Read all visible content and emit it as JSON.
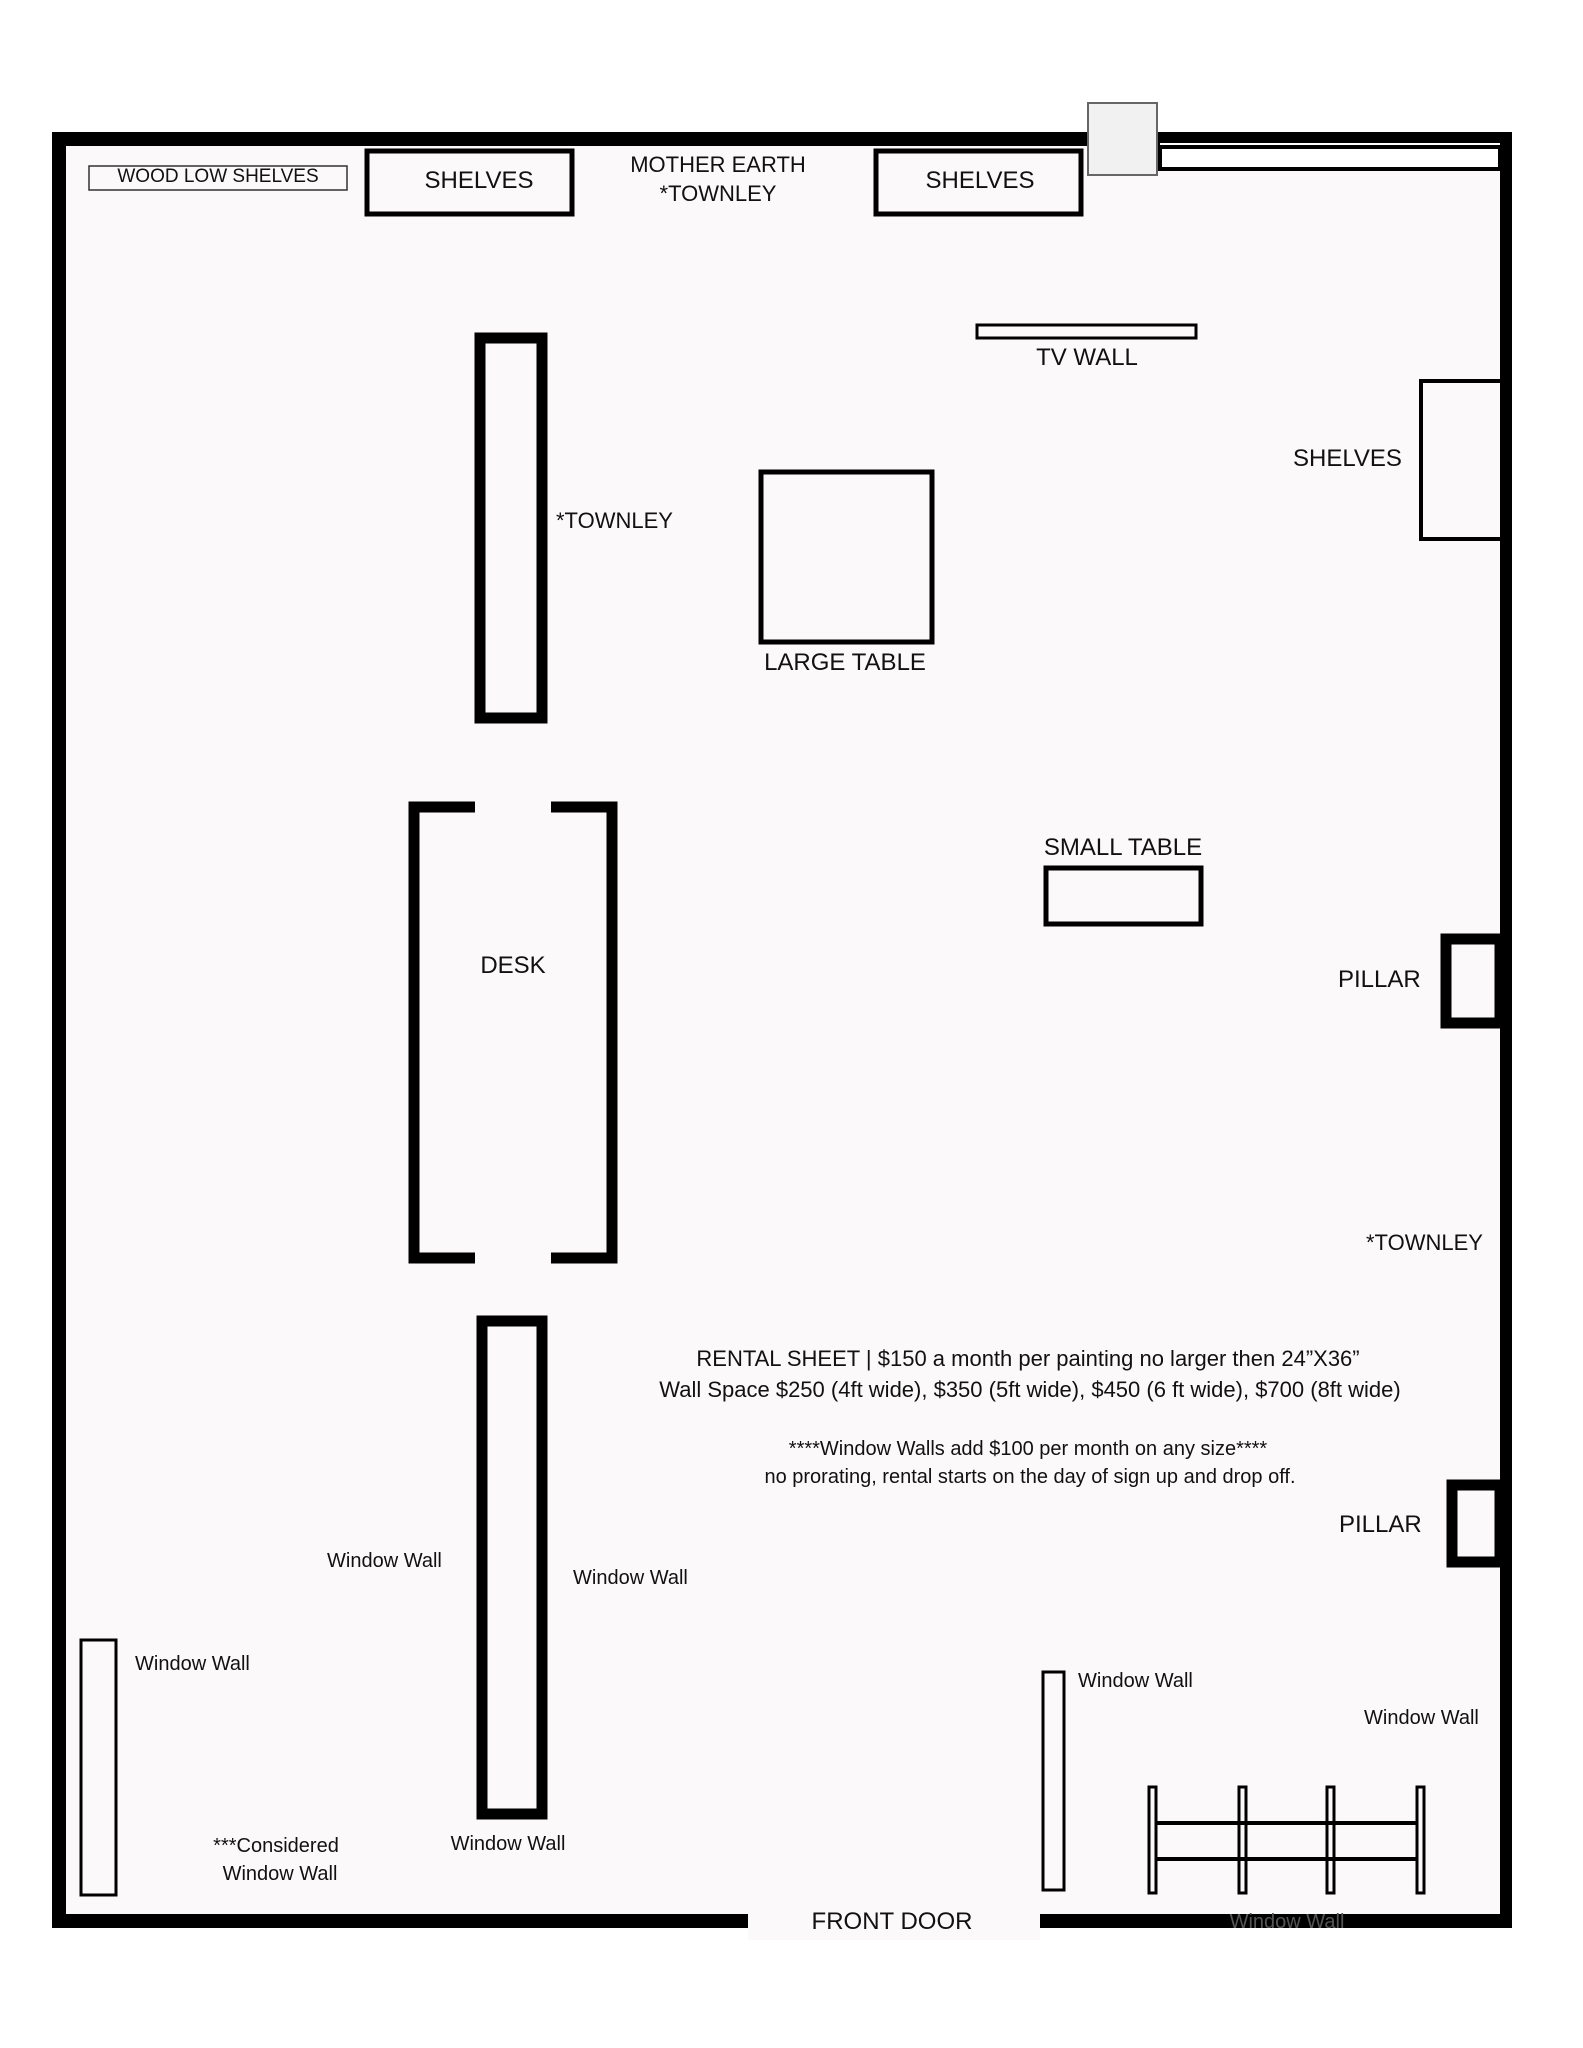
{
  "labels": {
    "wood_low_shelves": "WOOD LOW SHELVES",
    "shelves_top_left": "SHELVES",
    "mother_earth": "MOTHER EARTH",
    "townley_top": "*TOWNLEY",
    "shelves_top_right": "SHELVES",
    "tv_wall": "TV WALL",
    "shelves_right": "SHELVES",
    "townley_left": "*TOWNLEY",
    "large_table": "LARGE TABLE",
    "small_table": "SMALL TABLE",
    "desk": "DESK",
    "pillar_1": "PILLAR",
    "townley_right": "*TOWNLEY",
    "pillar_2": "PILLAR",
    "window_wall_left_of_post": "Window Wall",
    "window_wall_right_of_post": "Window Wall",
    "window_wall_far_left": "Window Wall",
    "window_wall_post_bottom": "Window Wall",
    "considered_line1": "***Considered",
    "considered_line2": "Window Wall",
    "window_wall_bottom_mid": "Window Wall",
    "window_wall_bottom_right": "Window Wall",
    "window_wall_bottom_edge": "Window Wall",
    "front_door": "FRONT DOOR"
  },
  "rental": {
    "line1": "RENTAL SHEET | $150 a month per painting no larger then 24”X36”",
    "line2": "Wall Space $250 (4ft wide), $350 (5ft wide), $450 (6 ft wide), $700 (8ft wide)",
    "line3": "****Window Walls add $100 per month on any size****",
    "line4": "no prorating, rental starts on the day of sign up and drop off."
  },
  "colors": {
    "wall": "#000000",
    "floor": "#fbf9fa",
    "page": "#ffffff"
  }
}
